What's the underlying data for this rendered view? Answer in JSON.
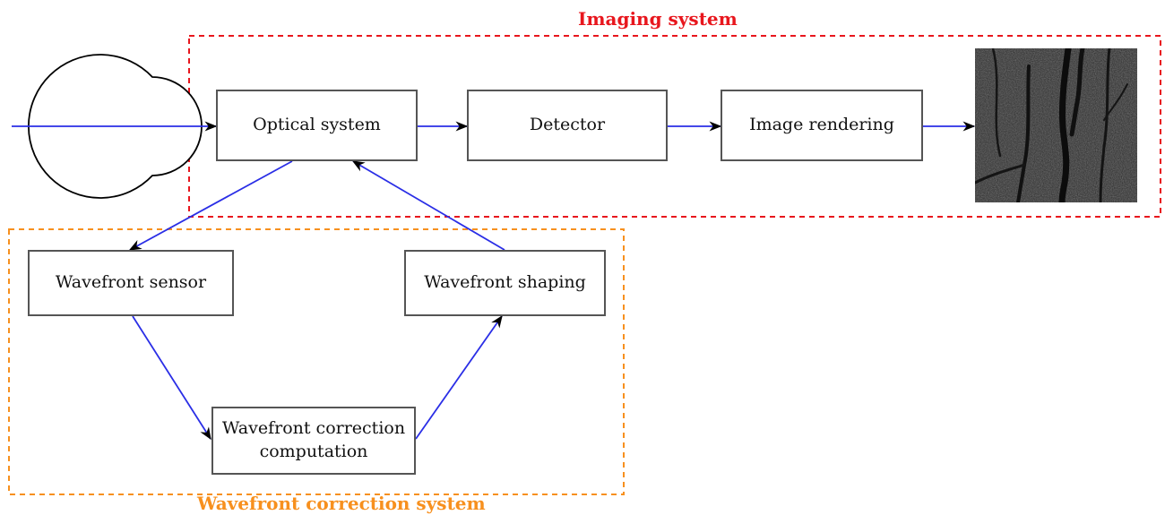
{
  "groups": {
    "imaging": {
      "label": "Imaging system",
      "color": "#e8161d"
    },
    "wavefront": {
      "label": "Wavefront correction system",
      "color": "#f7901e"
    }
  },
  "boxes": {
    "optical": "Optical system",
    "detector": "Detector",
    "rendering": "Image rendering",
    "sensor": "Wavefront sensor",
    "shaping": "Wavefront shaping",
    "computation_line1": "Wavefront correction",
    "computation_line2": "computation"
  },
  "colors": {
    "link": "#2a2ee6",
    "arrowhead": "#000000",
    "box_border": "#555555"
  }
}
